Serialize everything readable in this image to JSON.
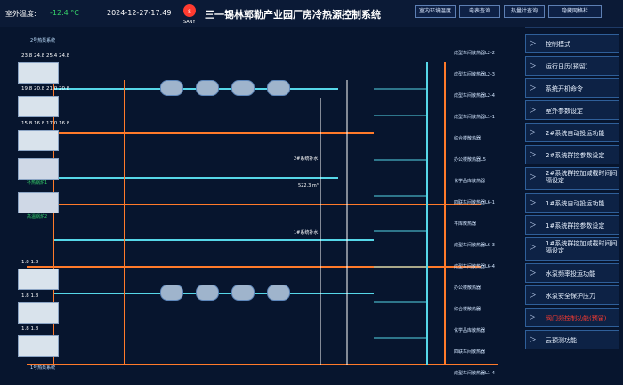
{
  "header": {
    "outdoor_label": "室外温度:",
    "outdoor_value": "-12.4 °C",
    "datetime": "2024-12-27-17:49",
    "brand": "SANY",
    "title": "三一锡林郭勒产业园厂房冷热源控制系统",
    "tabs": [
      "室内环境温度",
      "电表查询",
      "热量计查询",
      "隐藏网格栏"
    ]
  },
  "top_plant": {
    "label": "2号热泵系统",
    "unit_rows": [
      [
        "23.8",
        "24.8",
        "25.4",
        "24.8"
      ],
      [
        "19.8",
        "20.8",
        "21.0",
        "20.8"
      ],
      [
        "15.8",
        "16.8",
        "17.0",
        "16.8"
      ]
    ],
    "boiler1": "补热锅炉1",
    "boiler2": "高温锅炉2"
  },
  "bottom_plant": {
    "label": "1号热泵系统",
    "unit_rows": [
      [
        "1.8",
        "1.8"
      ],
      [
        "1.8",
        "1.8"
      ],
      [
        "1.8",
        "1.8"
      ]
    ]
  },
  "center": {
    "tank1": "2#系统补水",
    "tank2": "1#系统补水",
    "tank_value": "522.3 m³"
  },
  "right_labels": [
    "成型车间散热器L2-2",
    "成型车间散热器L2-3",
    "成型车间散热器L2-4",
    "成型车间散热器L1-1",
    "综合楼散热器",
    "办公楼散热器L5",
    "化学品库散热器",
    "四联车间散热器L6-1",
    "平库散热器",
    "成型车间散热器L6-3",
    "成型车间散热器L6-4",
    "办公楼散热器",
    "综合楼散热器",
    "化学品库散热器",
    "四联车间散热器",
    "成型车间散热器L1-4"
  ],
  "sidebar": {
    "items": [
      {
        "label": "控制模式"
      },
      {
        "label": "运行日历(预留)"
      },
      {
        "label": "系统开机命令"
      },
      {
        "label": "室外参数设定"
      },
      {
        "label": "2#系统自动投运功能"
      },
      {
        "label": "2#系统群控参数设定"
      },
      {
        "label": "2#系统群控加减载时间间隔设定"
      },
      {
        "label": "1#系统自动投运功能"
      },
      {
        "label": "1#系统群控参数设定"
      },
      {
        "label": "1#系统群控加减载时间间隔设定"
      },
      {
        "label": "水泵频率投运功能"
      },
      {
        "label": "水泵安全保护压力"
      },
      {
        "label": "阀门频控制功能(预留)"
      },
      {
        "label": "云预测功能"
      }
    ]
  },
  "colors": {
    "bg": "#07152e",
    "accent": "#1e6bd6",
    "warn": "#ff3b30",
    "green": "#36d16a"
  }
}
